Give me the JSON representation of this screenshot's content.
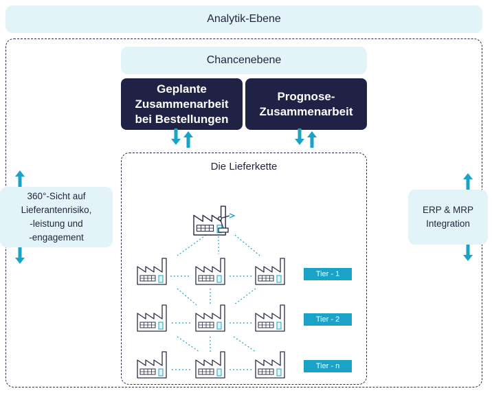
{
  "top_bar": {
    "label": "Analytik-Ebene"
  },
  "opportunity": {
    "label": "Chancenebene"
  },
  "box_orders": {
    "label": "Geplante Zusammenarbeit bei Bestellungen",
    "lines": [
      "Geplante",
      "Zusammenarbeit",
      "bei Bestellungen"
    ]
  },
  "box_forecast": {
    "label": "Prognose-Zusammenarbeit",
    "lines": [
      "Prognose-",
      "Zusammenarbeit"
    ]
  },
  "supply_chain": {
    "title": "Die Lieferkette"
  },
  "left_panel": {
    "lines": [
      "360°-Sicht auf",
      "Lieferantenrisiko,",
      "-leistung und",
      "-engagement"
    ]
  },
  "right_panel": {
    "lines": [
      "ERP & MRP",
      "Integration"
    ]
  },
  "tiers": [
    "Tier - 1",
    "Tier - 2",
    "Tier - n"
  ],
  "colors": {
    "dark": "#1f2245",
    "light": "#e3f4f8",
    "accent": "#1aa3c6"
  },
  "icons": {
    "factory": "factory-icon",
    "robot": "robot-arm-icon",
    "arrows": "bidirectional-arrow-icon"
  }
}
